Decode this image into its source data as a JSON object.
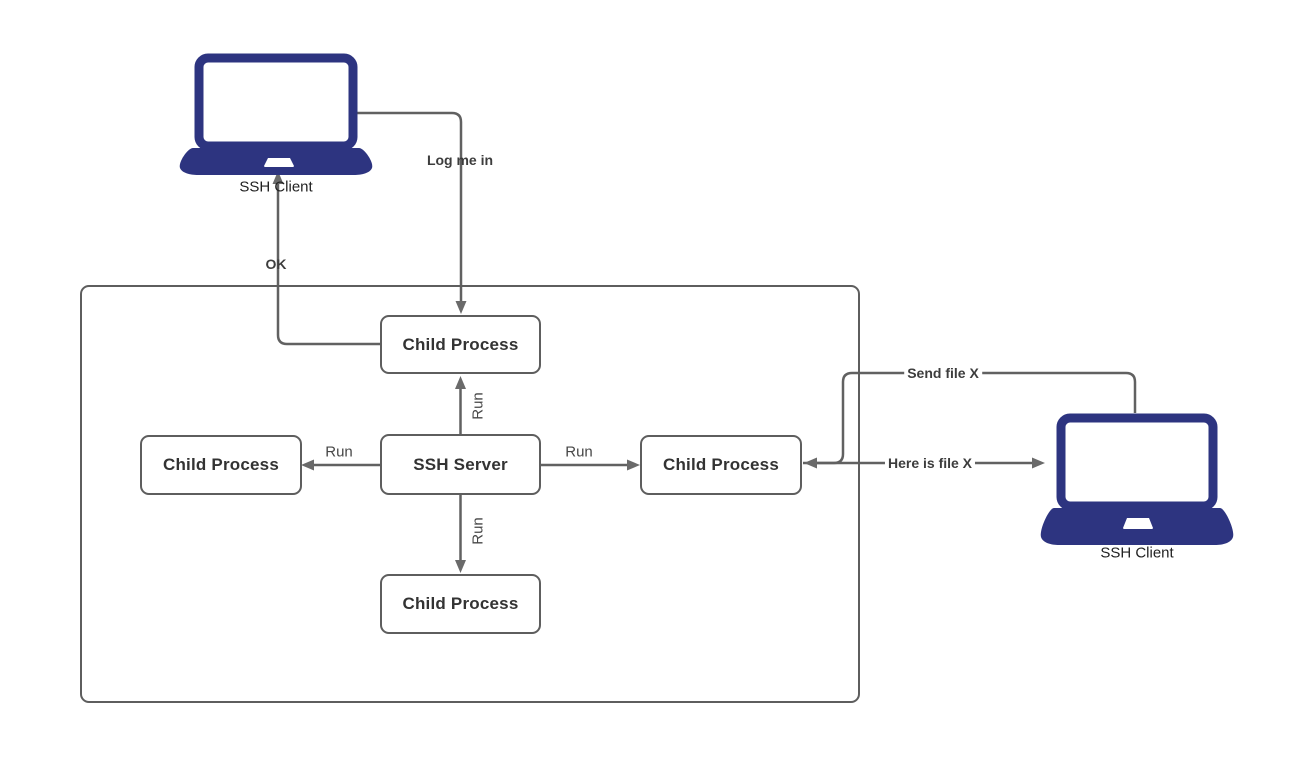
{
  "diagram": {
    "title": "SSH server and child processes diagram",
    "nodes": {
      "ssh_server": {
        "label": "SSH Server"
      },
      "child_top": {
        "label": "Child Process"
      },
      "child_left": {
        "label": "Child Process"
      },
      "child_right": {
        "label": "Child Process"
      },
      "child_bottom": {
        "label": "Child Process"
      }
    },
    "clients": {
      "left": {
        "label": "SSH Client"
      },
      "right": {
        "label": "SSH Client"
      }
    },
    "edges": {
      "log_me_in": {
        "label": "Log me in",
        "from": "ssh-client-left",
        "to": "child_top"
      },
      "ok": {
        "label": "OK",
        "from": "child_top",
        "to": "ssh-client-left"
      },
      "run_top": {
        "label": "Run",
        "from": "ssh_server",
        "to": "child_top"
      },
      "run_left": {
        "label": "Run",
        "from": "ssh_server",
        "to": "child_left"
      },
      "run_right": {
        "label": "Run",
        "from": "ssh_server",
        "to": "child_right"
      },
      "run_bottom": {
        "label": "Run",
        "from": "ssh_server",
        "to": "child_bottom"
      },
      "send_file": {
        "label": "Send file X",
        "from": "ssh-client-right",
        "to": "child_right"
      },
      "here_is_file": {
        "label": "Here is file X",
        "from": "child_right",
        "to": "ssh-client-right"
      }
    },
    "colors": {
      "laptop": "#2d3480",
      "line": "#616161",
      "box_border": "#5e5e5e",
      "text": "#333333"
    }
  }
}
